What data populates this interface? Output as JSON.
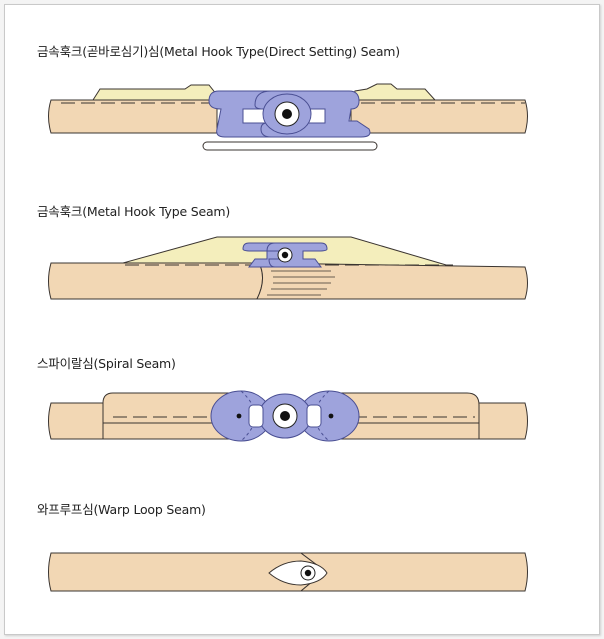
{
  "figures": [
    {
      "id": "metal-hook-direct",
      "caption": "금속훅크(곧바로심기)심(Metal Hook Type(Direct Setting) Seam)"
    },
    {
      "id": "metal-hook",
      "caption": "금속훅크(Metal Hook Type Seam)"
    },
    {
      "id": "spiral",
      "caption": "스파이랄심(Spiral Seam)"
    },
    {
      "id": "warp-loop",
      "caption": "와프루프심(Warp Loop Seam)"
    }
  ],
  "colors": {
    "belt": "#f2d7b4",
    "belt_outline": "#3a3430",
    "filler": "#f4eebc",
    "hook": "#9ea3dc",
    "hook_dark": "#6d72b8",
    "pin": "#111111"
  }
}
